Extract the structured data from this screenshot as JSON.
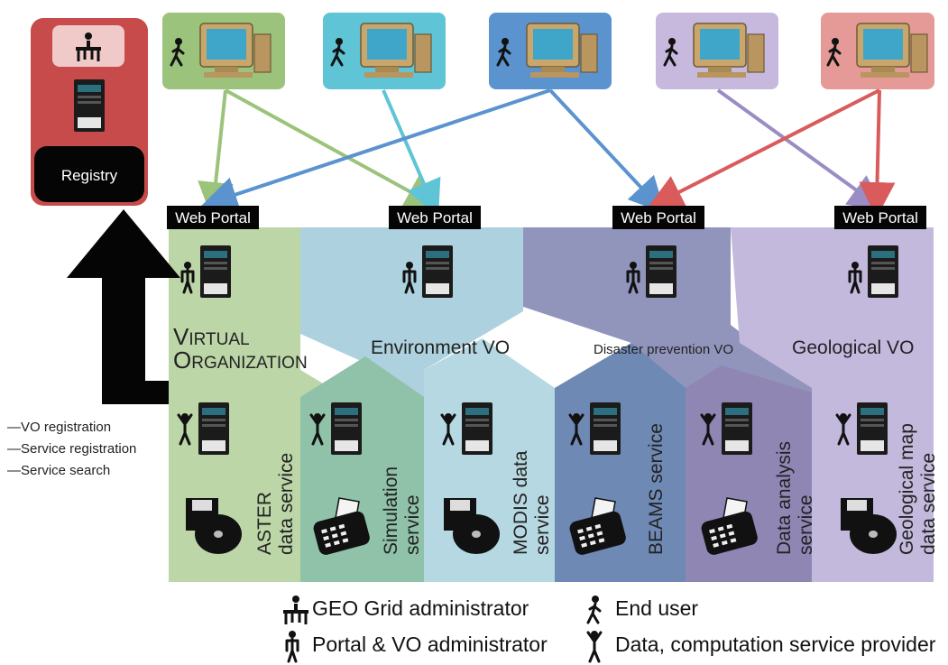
{
  "colors": {
    "green": "#9cc37b",
    "cyan": "#5ec4d6",
    "blue": "#5b93cf",
    "purple": "#9b8cc4",
    "red": "#d95b5b",
    "registry_bg": "#c84b4b",
    "vo_green": "#bcd6a8",
    "vo_blue": "#a9cfdc",
    "vo_slate": "#8b8fb8",
    "vo_lavender": "#c3b9dd"
  },
  "registry": {
    "label": "Registry"
  },
  "portals": [
    {
      "label": "Web Portal"
    },
    {
      "label": "Web Portal"
    },
    {
      "label": "Web Portal"
    },
    {
      "label": "Web Portal"
    }
  ],
  "vo_labels": {
    "virtual_org_line1_cap": "V",
    "virtual_org_line1_rest": "IRTUAL",
    "virtual_org_line2_cap": "O",
    "virtual_org_line2_rest": "RGANIZATION",
    "environment": "Environment VO",
    "disaster": "Disaster prevention VO",
    "geological": "Geological VO"
  },
  "registry_notes": [
    "—VO registration",
    "—Service registration",
    "—Service search"
  ],
  "services": [
    {
      "line1": "ASTER",
      "line2": "data service",
      "icon": "disk-icon"
    },
    {
      "line1": "Simulation",
      "line2": "service",
      "icon": "calculator-icon"
    },
    {
      "line1": "MODIS data",
      "line2": "service",
      "icon": "disk-icon"
    },
    {
      "line1": "BEAMS service",
      "line2": "",
      "icon": "calculator-icon"
    },
    {
      "line1": "Data analysis",
      "line2": "service",
      "icon": "calculator-icon"
    },
    {
      "line1": "Geological map",
      "line2": "data service",
      "icon": "disk-icon"
    }
  ],
  "legend": {
    "geo_admin": "GEO Grid administrator",
    "end_user": "End user",
    "portal_admin": "Portal & VO administrator",
    "provider": "Data, computation service provider"
  }
}
